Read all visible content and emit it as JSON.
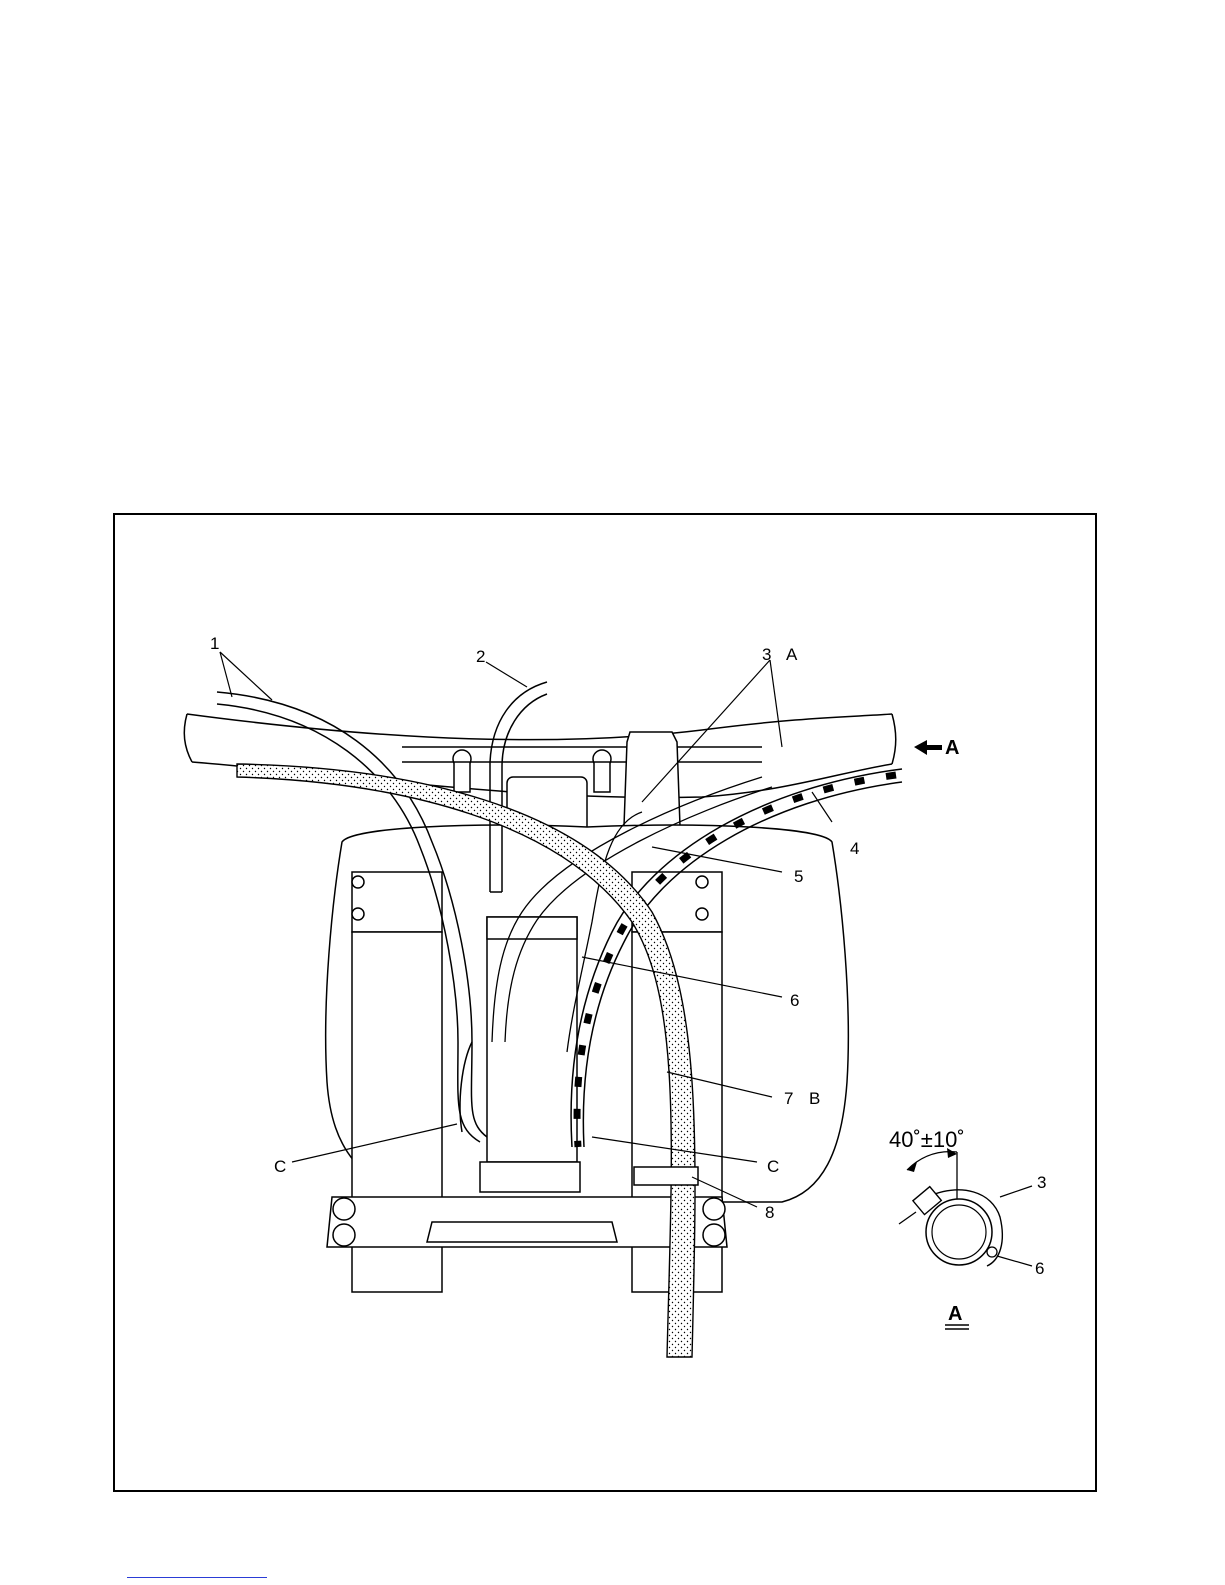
{
  "callouts": {
    "c1": "1",
    "c2": "2",
    "c3": "3",
    "c3_ref": "A",
    "c4": "4",
    "c5": "5",
    "c6": "6",
    "c7": "7",
    "c7_ref": "B",
    "c8": "8",
    "c_left": "C",
    "c_right": "C"
  },
  "view_arrow_label": "A",
  "inset": {
    "angle_label": "40˚±10˚",
    "c3": "3",
    "c6": "6",
    "title": "A"
  },
  "colors": {
    "line": "#000000",
    "footer_link": "#2a3cd6"
  }
}
